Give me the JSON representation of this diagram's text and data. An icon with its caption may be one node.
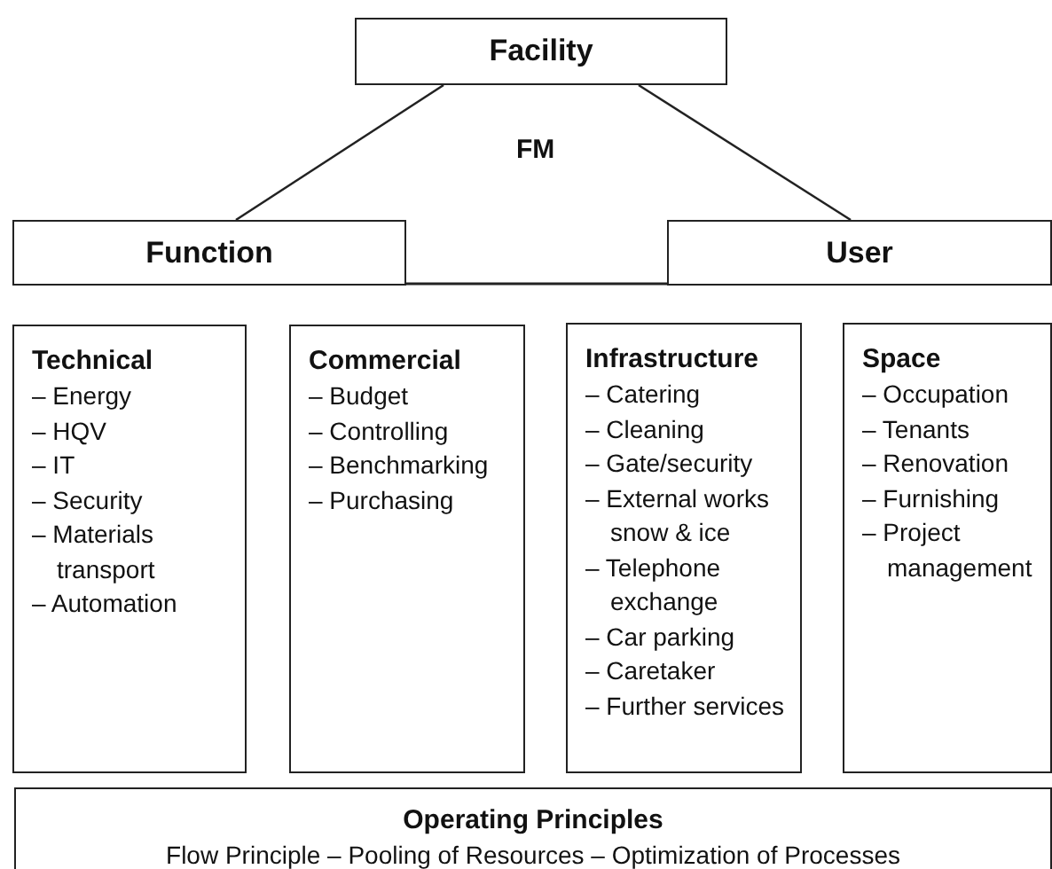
{
  "diagram": {
    "nodes": [
      {
        "text": [
          "Facility"
        ]
      },
      {
        "text": [
          "Function"
        ]
      },
      {
        "text": [
          "User"
        ]
      },
      {
        "text": [
          "Technical",
          "– Energy",
          "– HQV",
          "– IT",
          "– Security",
          "– Materials transport",
          "– Automation"
        ]
      },
      {
        "text": [
          "Commercial",
          "– Budget",
          "– Controlling",
          "– Benchmarking",
          "– Purchasing"
        ]
      },
      {
        "text": [
          "Infrastructure",
          "– Catering",
          "– Cleaning",
          "– Gate/security",
          "– External works snow & ice",
          "– Telephone exchange",
          "– Car parking",
          "– Caretaker",
          "– Further services"
        ]
      },
      {
        "text": [
          "Space",
          "– Occupation",
          "– Tenants",
          "– Renovation",
          "– Furnishing",
          "– Project management"
        ]
      },
      {
        "text": [
          "Operating Principles",
          "Flow Principle – Pooling of Resources – Optimization of Processes"
        ]
      }
    ],
    "edges": [
      {
        "from": 0,
        "to": 1,
        "arrow": "none"
      },
      {
        "from": 0,
        "to": 2,
        "arrow": "none"
      }
    ],
    "labels": [
      "FM"
    ]
  }
}
